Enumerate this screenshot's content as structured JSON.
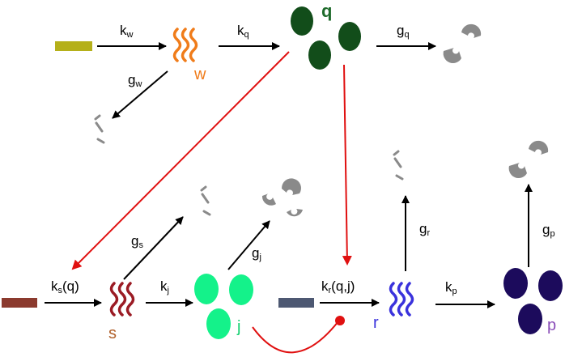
{
  "colors": {
    "gene_w": "#b5b01a",
    "gene_s": "#8b3a2e",
    "gene_r": "#4d5872",
    "mrna_w": "#f07c1a",
    "mrna_s": "#9b1b24",
    "mrna_r": "#3a32dc",
    "protein_q": "#124d1a",
    "protein_j": "#14f28a",
    "protein_p": "#1c0b5c",
    "degraded": "#8a8a8a",
    "regulation": "#e01010",
    "arrow": "#000000"
  },
  "species": {
    "w": "w",
    "q": "q",
    "s": "s",
    "j": "j",
    "r": "r",
    "p": "p"
  },
  "rates": {
    "kw": {
      "base": "k",
      "sub": "w"
    },
    "kq": {
      "base": "k",
      "sub": "q"
    },
    "gq": {
      "base": "g",
      "sub": "q"
    },
    "gw": {
      "base": "g",
      "sub": "w"
    },
    "ks": {
      "base": "k",
      "sub": "s",
      "arg": "(q)"
    },
    "gs": {
      "base": "g",
      "sub": "s"
    },
    "kj": {
      "base": "k",
      "sub": "j"
    },
    "gj": {
      "base": "g",
      "sub": "j"
    },
    "kr": {
      "base": "k",
      "sub": "r",
      "arg": "(q,j)"
    },
    "gr": {
      "base": "g",
      "sub": "r"
    },
    "kp": {
      "base": "k",
      "sub": "p"
    },
    "gp": {
      "base": "g",
      "sub": "p"
    }
  }
}
